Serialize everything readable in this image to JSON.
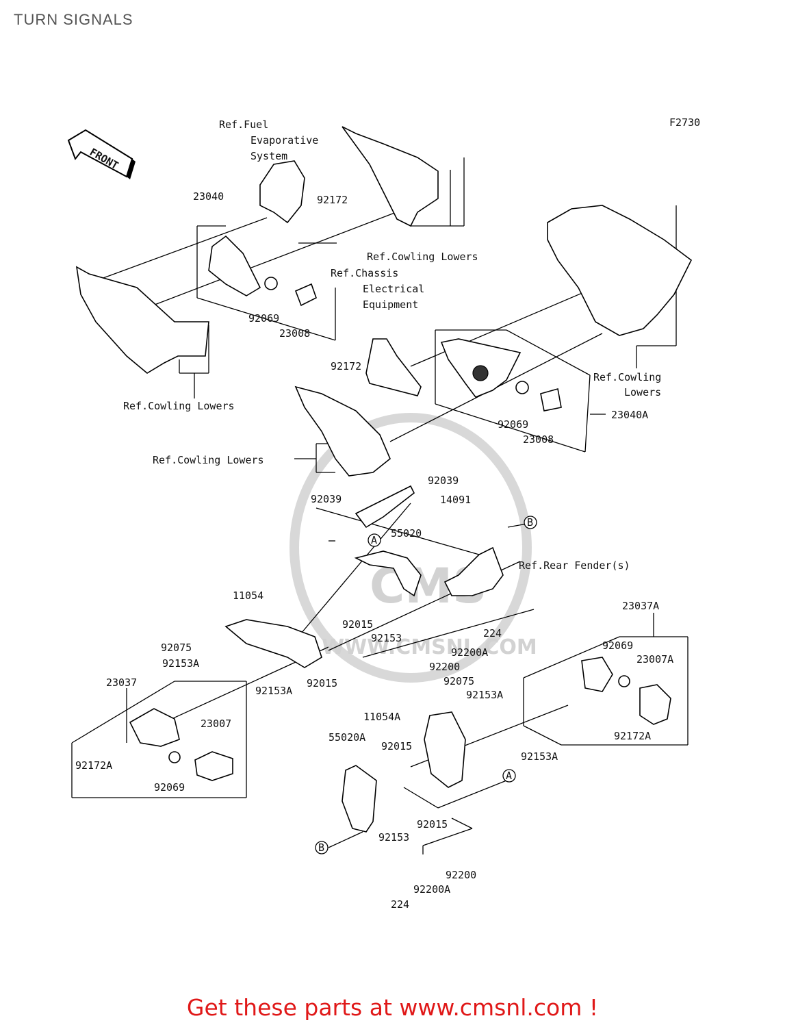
{
  "page": {
    "title": "TURN SIGNALS",
    "figure_code": "F2730"
  },
  "front_arrow": {
    "label": "FRONT"
  },
  "references": {
    "fuel": [
      "Ref.Fuel",
      "Evaporative",
      "System"
    ],
    "chassis": [
      "Ref.Chassis",
      "Electrical",
      "Equipment"
    ],
    "cowling_top": "Ref.Cowling Lowers",
    "cowling_left": "Ref.Cowling Lowers",
    "cowling_right": [
      "Ref.Cowling",
      "Lowers"
    ],
    "cowling_mid": "Ref.Cowling Lowers",
    "rear_fender": "Ref.Rear Fender(s)"
  },
  "markers": {
    "a": "A",
    "b": "B"
  },
  "parts": {
    "p23040": "23040",
    "p92172_top": "92172",
    "p92069_l": "92069",
    "p23008_l": "23008",
    "p92172_mid": "92172",
    "p92069_r": "92069",
    "p23008_r": "23008",
    "p23040A": "23040A",
    "p92039_a": "92039",
    "p92039_b": "92039",
    "p14091": "14091",
    "p55020": "55020",
    "p11054": "11054",
    "p92015_a": "92015",
    "p92153_a": "92153",
    "p224_a": "224",
    "p92200A_a": "92200A",
    "p92200_a": "92200",
    "p92075_a": "92075",
    "p92153A_a": "92153A",
    "p92015_b": "92015",
    "p92153A_b": "92153A",
    "p23037": "23037",
    "p23007": "23007",
    "p92172A_l": "92172A",
    "p92069_bl": "92069",
    "p23037A": "23037A",
    "p92069_br": "92069",
    "p23007A": "23007A",
    "p92172A_r": "92172A",
    "p92075_b": "92075",
    "p92153A_c": "92153A",
    "p11054A": "11054A",
    "p55020A": "55020A",
    "p92015_c": "92015",
    "p92153A_d": "92153A",
    "p92015_d": "92015",
    "p92153_b": "92153",
    "p92200_b": "92200",
    "p92200A_b": "92200A",
    "p224_b": "224"
  },
  "watermark": {
    "text": "WWW.CMSNL.COM",
    "logo": "CMS"
  },
  "footer": {
    "text": "Get these parts at www.cmsnl.com !"
  },
  "colors": {
    "footer": "#e01818",
    "title": "#555555",
    "line": "#000000",
    "watermark": "#d8d8d8"
  }
}
